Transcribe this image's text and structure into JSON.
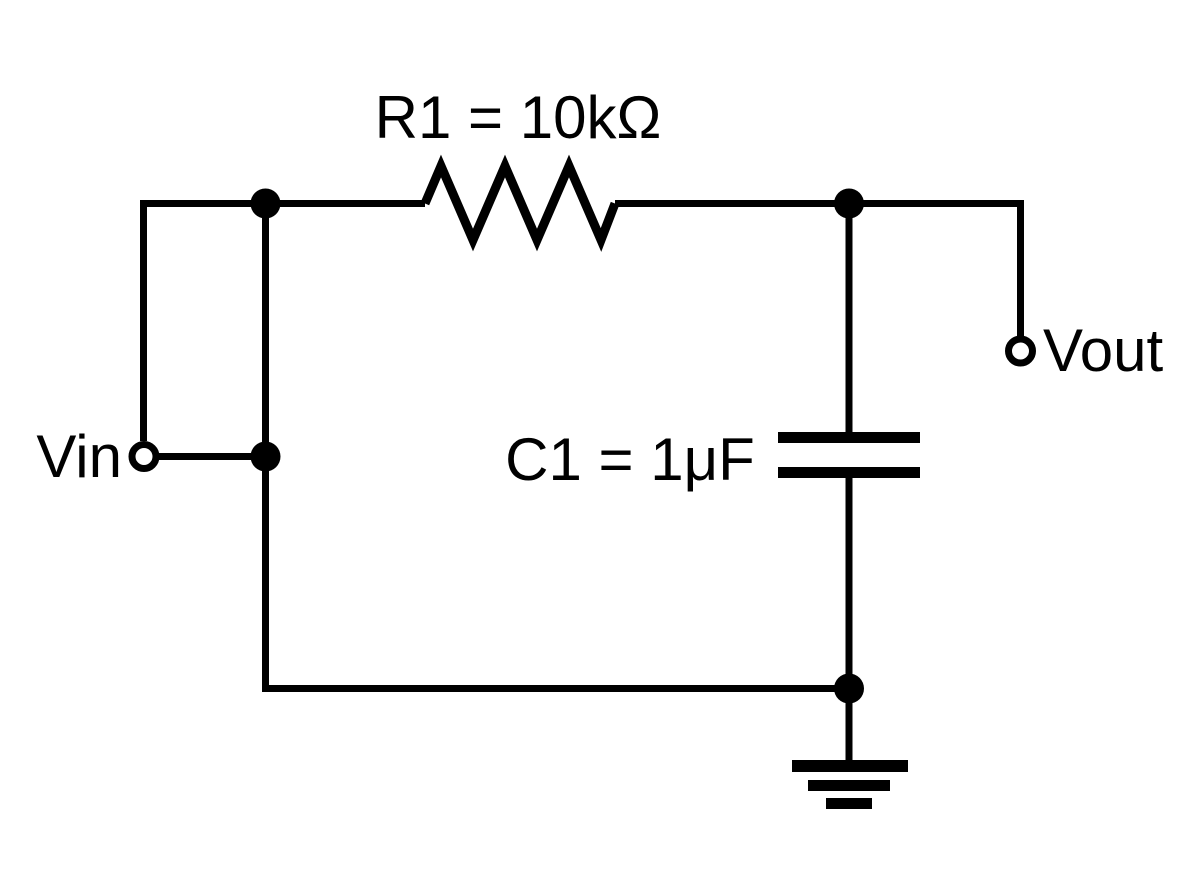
{
  "diagram": {
    "type": "circuit-schematic",
    "background_color": "#ffffff",
    "line_color": "#000000",
    "labels": {
      "resistor": "R1 = 10kΩ",
      "capacitor": "C1 = 1μF",
      "input_terminal": "Vin",
      "output_terminal": "Vout"
    },
    "components": [
      {
        "ref": "R1",
        "type": "resistor",
        "value": "10kΩ",
        "symbol": "zigzag"
      },
      {
        "ref": "C1",
        "type": "capacitor",
        "value": "1μF",
        "symbol": "parallel-plates"
      }
    ],
    "terminals": [
      {
        "name": "Vin",
        "style": "open-circle",
        "side": "left"
      },
      {
        "name": "Vout",
        "style": "open-circle",
        "side": "right"
      }
    ],
    "ground": "earth-ground-symbol",
    "junction_count": 4
  }
}
